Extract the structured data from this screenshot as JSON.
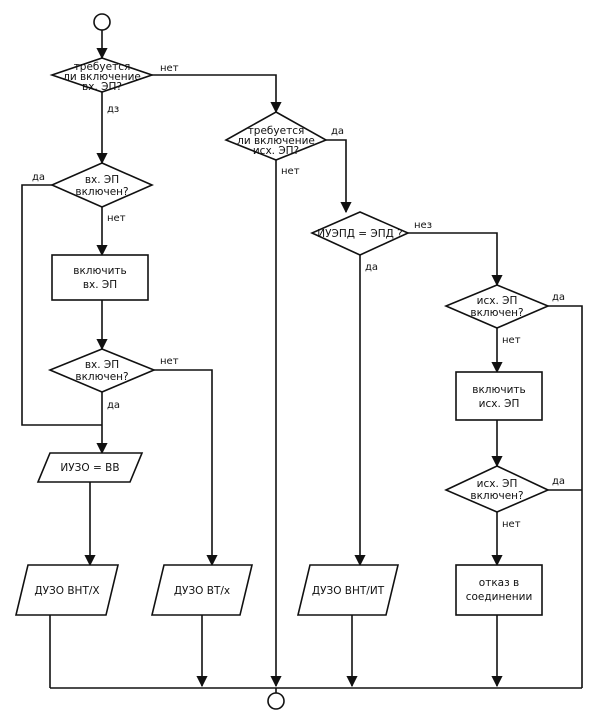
{
  "terminals": {
    "start": "",
    "end": ""
  },
  "nodes": {
    "q_in_required": [
      "требуется",
      "ли включение",
      "вх. ЭП?"
    ],
    "q_in_on_1": [
      "вх. ЭП",
      "включен?"
    ],
    "act_enable_in": [
      "включить",
      "вх. ЭП"
    ],
    "q_in_on_2": [
      "вх. ЭП",
      "включен?"
    ],
    "io_iuzo_vv": "ИУЗО = ВВ",
    "io_duzo_vnt": "ДУЗО ВНТ/Х",
    "io_duzo_vt": "ДУЗО ВТ/х",
    "q_out_required": [
      "требуется",
      "ли включение",
      "исх. ЭП?"
    ],
    "q_iuepd": "ИУЭПД = ЭПД ?",
    "io_duzo_int": "ДУЗО ВНТ/ИТ",
    "q_out_on_1": [
      "исх. ЭП",
      "включен?"
    ],
    "act_enable_out": [
      "включить",
      "исх. ЭП"
    ],
    "q_out_on_2": [
      "исх. ЭП",
      "включен?"
    ],
    "act_refuse": [
      "отказ в",
      "соединении"
    ]
  },
  "edge_labels": {
    "yes": "да",
    "no": "нет",
    "yes_first": "дз",
    "no_iuepd": "нез"
  }
}
